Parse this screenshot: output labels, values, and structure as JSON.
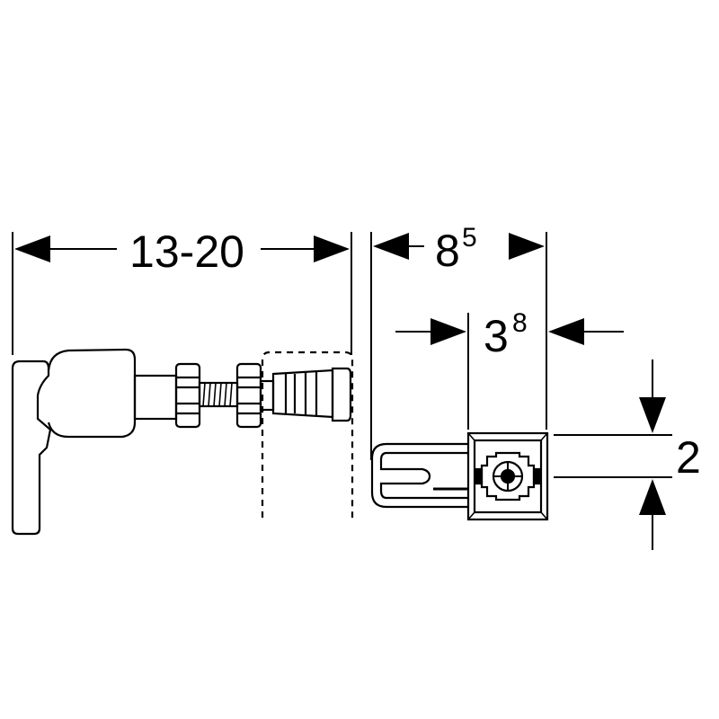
{
  "dimensions": {
    "overall_length": "13-20",
    "depth_major": "8",
    "depth_major_sup": "5",
    "depth_minor": "3",
    "depth_minor_sup": "8",
    "height": "2"
  },
  "colors": {
    "line": "#000000",
    "background": "#ffffff"
  }
}
